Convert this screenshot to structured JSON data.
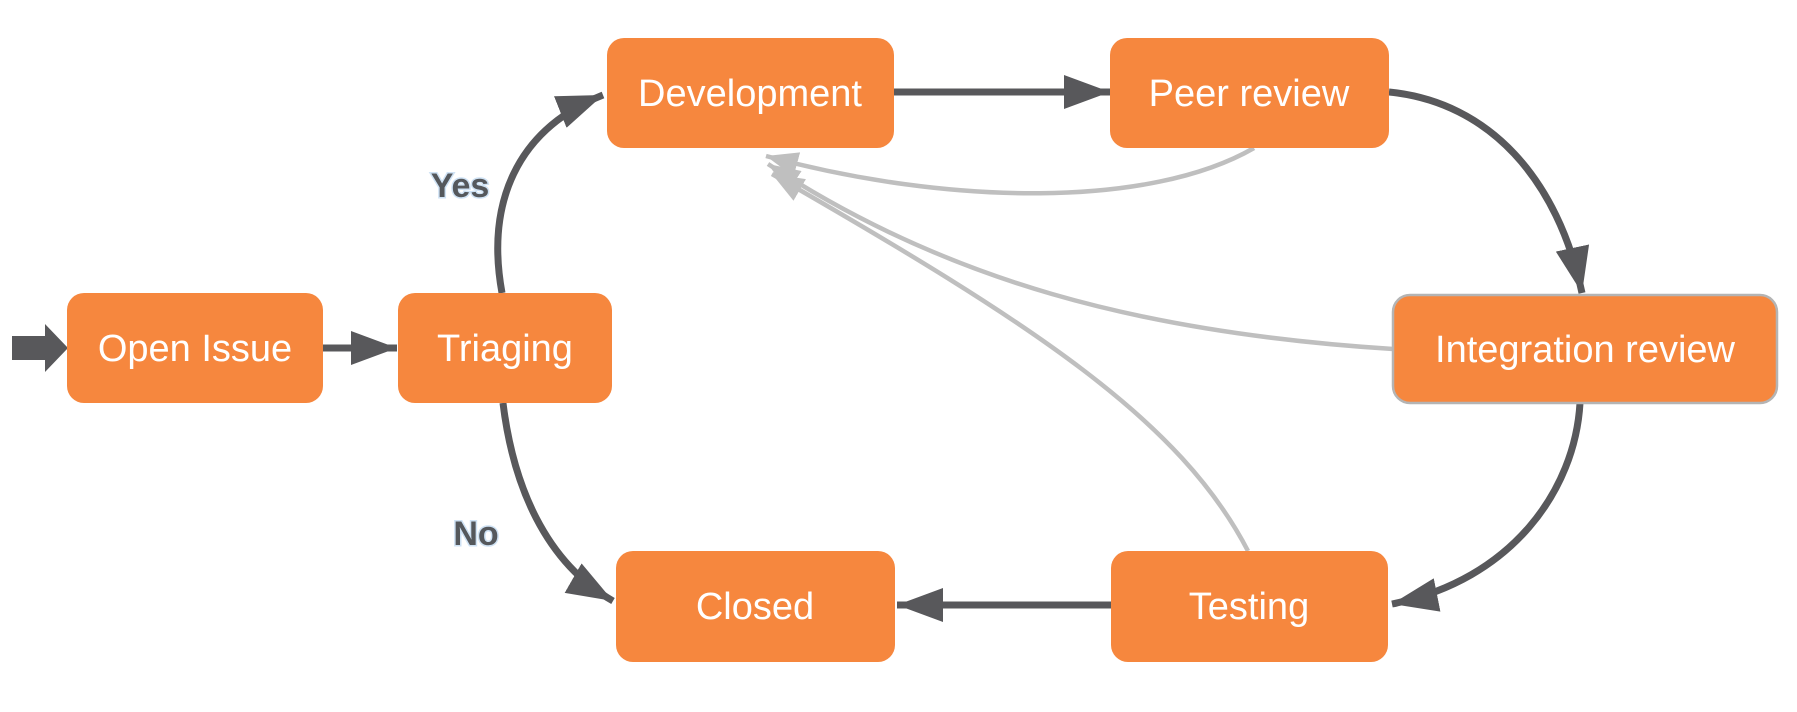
{
  "diagram": {
    "type": "flowchart",
    "background": "#ffffff",
    "colors": {
      "node_fill": "#F6873E",
      "node_text": "#FFFFFF",
      "edge_dark": "#58585B",
      "edge_light": "#BFBFBF",
      "edge_label_text": "#55585C",
      "integration_review_border": "#B4B4B4"
    },
    "nodes": [
      {
        "id": "open-issue",
        "label": "Open Issue"
      },
      {
        "id": "triaging",
        "label": "Triaging"
      },
      {
        "id": "development",
        "label": "Development"
      },
      {
        "id": "peer-review",
        "label": "Peer review"
      },
      {
        "id": "integration-review",
        "label": "Integration review"
      },
      {
        "id": "testing",
        "label": "Testing"
      },
      {
        "id": "closed",
        "label": "Closed"
      }
    ],
    "edges": [
      {
        "from": "start",
        "to": "open-issue",
        "style": "dark",
        "label": ""
      },
      {
        "from": "open-issue",
        "to": "triaging",
        "style": "dark",
        "label": ""
      },
      {
        "from": "triaging",
        "to": "development",
        "style": "dark",
        "label": "Yes"
      },
      {
        "from": "development",
        "to": "peer-review",
        "style": "dark",
        "label": ""
      },
      {
        "from": "peer-review",
        "to": "integration-review",
        "style": "dark",
        "label": ""
      },
      {
        "from": "integration-review",
        "to": "testing",
        "style": "dark",
        "label": ""
      },
      {
        "from": "testing",
        "to": "closed",
        "style": "dark",
        "label": ""
      },
      {
        "from": "triaging",
        "to": "closed",
        "style": "dark",
        "label": "No"
      },
      {
        "from": "peer-review",
        "to": "development",
        "style": "light",
        "label": ""
      },
      {
        "from": "integration-review",
        "to": "development",
        "style": "light",
        "label": ""
      },
      {
        "from": "testing",
        "to": "development",
        "style": "light",
        "label": ""
      }
    ],
    "labels": {
      "yes": "Yes",
      "no": "No"
    }
  }
}
